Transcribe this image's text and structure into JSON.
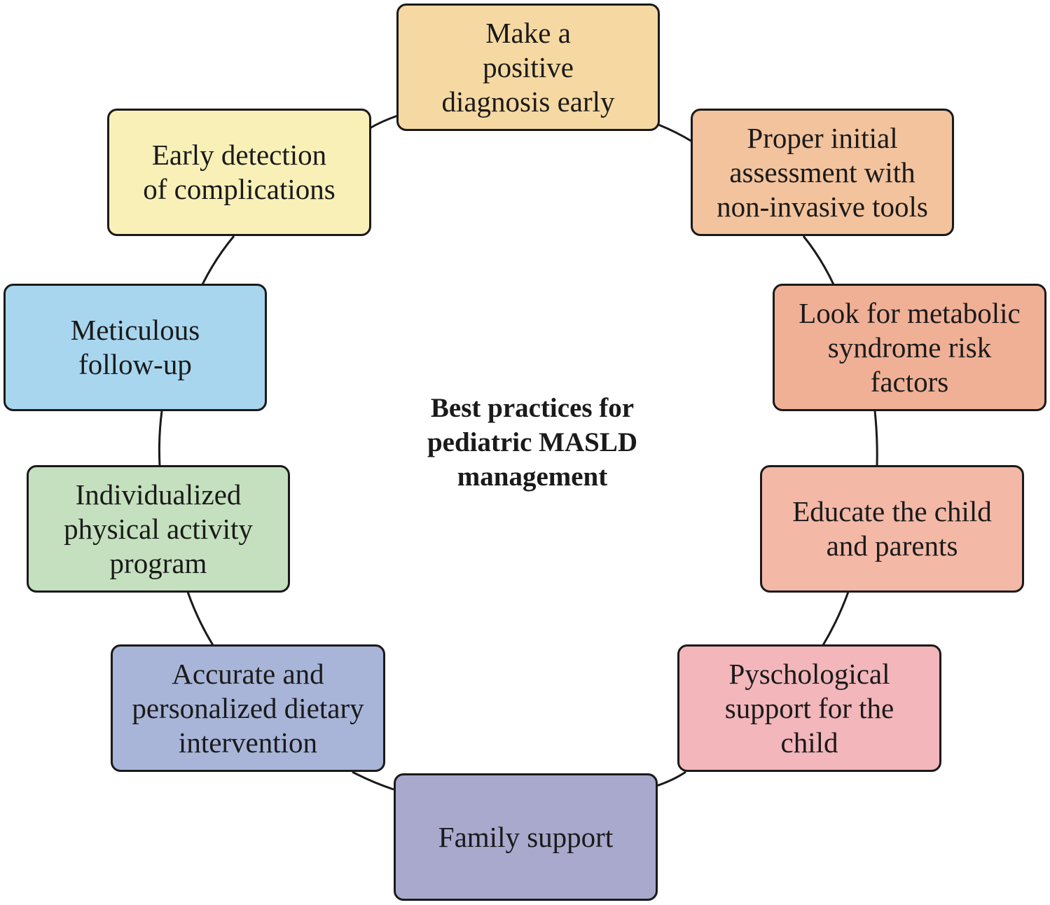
{
  "center_title": "Best practices for\npediatric MASLD\nmanagement",
  "nodes": [
    {
      "label": "Make a\npositive\ndiagnosis early",
      "color": "#f6d9a2"
    },
    {
      "label": "Proper initial\nassessment with\nnon-invasive tools",
      "color": "#f2c39d"
    },
    {
      "label": "Look for metabolic\nsyndrome risk\nfactors",
      "color": "#f0b096"
    },
    {
      "label": "Educate the child\nand parents",
      "color": "#f3b8a6"
    },
    {
      "label": "Pyschological\nsupport for the\nchild",
      "color": "#f2b6bb"
    },
    {
      "label": "Family support",
      "color": "#a9a8cd"
    },
    {
      "label": "Accurate and\npersonalized dietary\nintervention",
      "color": "#a8b5d8"
    },
    {
      "label": "Individualized\nphysical activity\nprogram",
      "color": "#c5e0be"
    },
    {
      "label": "Meticulous\nfollow-up",
      "color": "#a8d6ee"
    },
    {
      "label": "Early detection\nof complications",
      "color": "#f9f0b8"
    }
  ]
}
